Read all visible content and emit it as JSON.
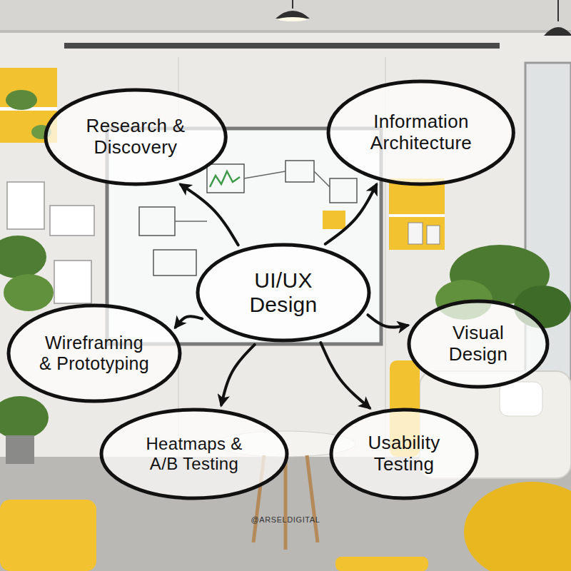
{
  "diagram": {
    "nodes": [
      {
        "text": [
          "Research & Discovery"
        ]
      },
      {
        "text": [
          "Information Architecture"
        ]
      },
      {
        "text": [
          "UI/UX Design"
        ]
      },
      {
        "text": [
          "Wireframing & Prototyping"
        ]
      },
      {
        "text": [
          "Visual Design"
        ]
      },
      {
        "text": [
          "Heatmaps & A/B Testing"
        ]
      },
      {
        "text": [
          "Usability Testing"
        ]
      }
    ],
    "edges": [
      {
        "from": 2,
        "to": 0,
        "arrow": "to"
      },
      {
        "from": 2,
        "to": 1,
        "arrow": "to"
      },
      {
        "from": 2,
        "to": 3,
        "arrow": "to"
      },
      {
        "from": 2,
        "to": 4,
        "arrow": "to"
      },
      {
        "from": 2,
        "to": 5,
        "arrow": "to"
      },
      {
        "from": 2,
        "to": 6,
        "arrow": "to"
      }
    ],
    "labels": [
      "@ARSELDIGITAL"
    ]
  }
}
